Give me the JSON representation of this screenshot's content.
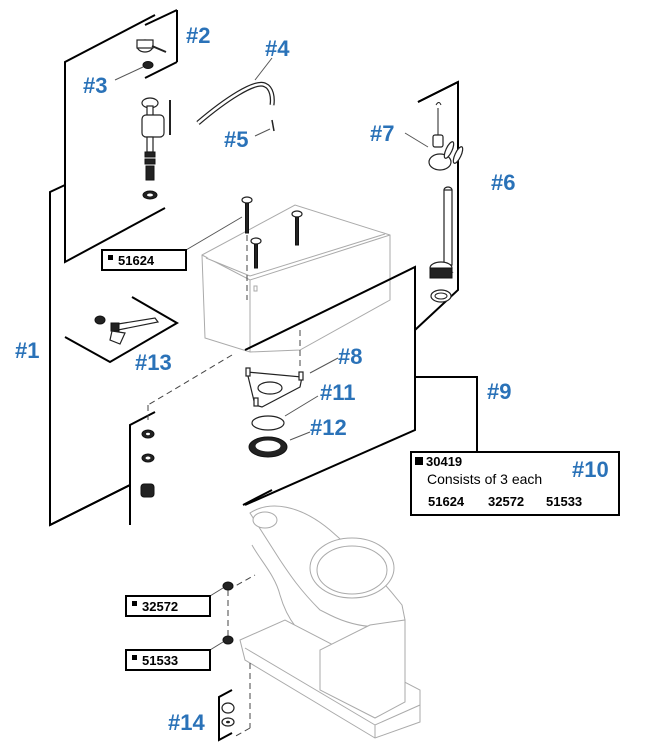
{
  "callouts": {
    "c1": "#1",
    "c2": "#2",
    "c3": "#3",
    "c4": "#4",
    "c5": "#5",
    "c6": "#6",
    "c7": "#7",
    "c8": "#8",
    "c9": "#9",
    "c10": "#10",
    "c11": "#11",
    "c12": "#12",
    "c13": "#13",
    "c14": "#14"
  },
  "part_boxes": {
    "tank_bolt": "51624",
    "washer": "32572",
    "nut": "51533"
  },
  "kit_box": {
    "part_number": "30419",
    "description": "Consists of 3 each",
    "components": [
      "51624",
      "32572",
      "51533"
    ]
  },
  "colors": {
    "callout": "#2a72b8",
    "line": "#000000",
    "ghost": "#aaaaaa"
  }
}
